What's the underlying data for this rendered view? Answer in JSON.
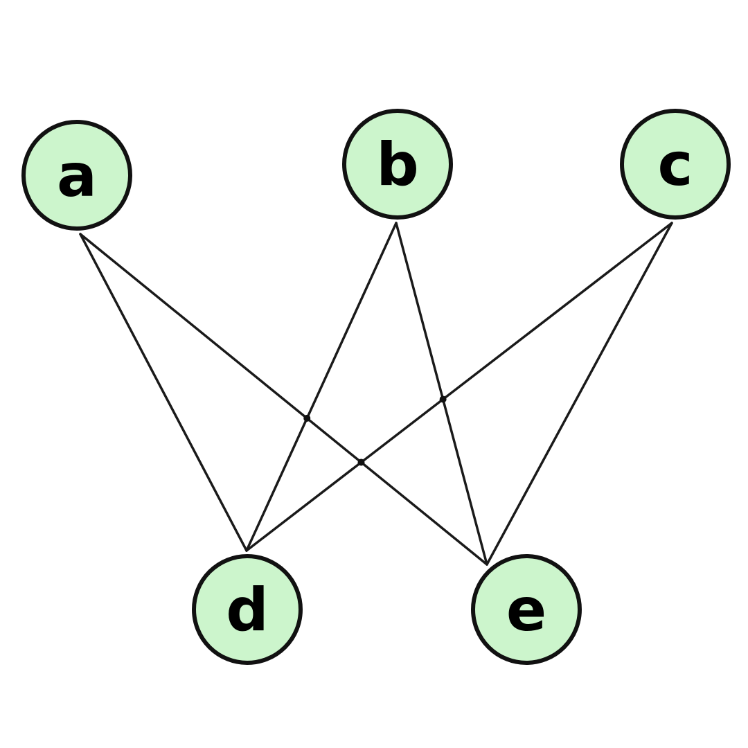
{
  "diagram": {
    "type": "bipartite-graph",
    "colors": {
      "node_fill": "#ccf5cc",
      "node_stroke": "#111111",
      "edge": "#1a1a1a",
      "label": "#000000"
    },
    "nodes": [
      {
        "id": "a",
        "label": "a"
      },
      {
        "id": "b",
        "label": "b"
      },
      {
        "id": "c",
        "label": "c"
      },
      {
        "id": "d",
        "label": "d"
      },
      {
        "id": "e",
        "label": "e"
      }
    ],
    "edges": [
      {
        "from": "a",
        "to": "d"
      },
      {
        "from": "a",
        "to": "e"
      },
      {
        "from": "b",
        "to": "d"
      },
      {
        "from": "b",
        "to": "e"
      },
      {
        "from": "c",
        "to": "d"
      },
      {
        "from": "c",
        "to": "e"
      }
    ]
  }
}
